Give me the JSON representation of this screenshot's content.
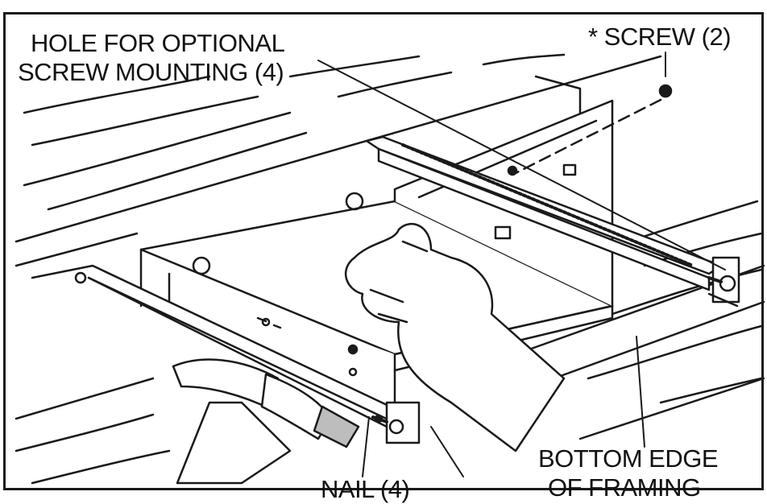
{
  "labels": {
    "hole_line1": "HOLE FOR OPTIONAL",
    "hole_line2": "SCREW MOUNTING (4)",
    "screw": "* SCREW (2)",
    "nail": "NAIL (4)",
    "bottom_line1": "BOTTOM EDGE",
    "bottom_line2": "OF FRAMING"
  },
  "colors": {
    "ink": "#1a1a1a",
    "paper": "#ffffff",
    "shade": "#bdbdbd"
  }
}
